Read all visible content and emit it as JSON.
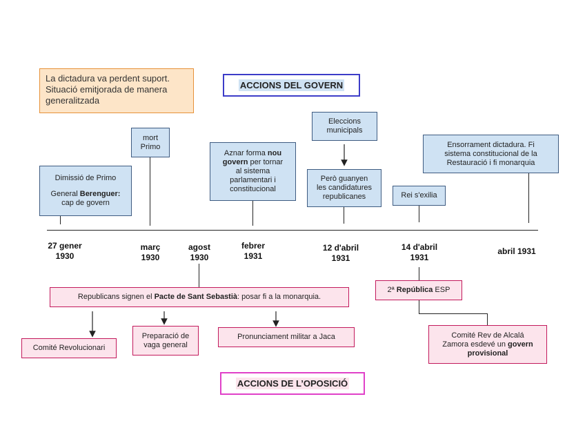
{
  "note": {
    "line1": "La dictadura va perdent suport.",
    "line2": "Situació emitjorada de manera",
    "line3": "generalitzada"
  },
  "titles": {
    "government": "ACCIONS DEL GOVERN",
    "opposition": "ACCIONS DE L’OPOSICIÓ"
  },
  "government_boxes": {
    "dimissio": {
      "line1": "Dimissió de Primo",
      "line2_pre": "General ",
      "line2_bold": "Berenguer:",
      "line3": "cap de govern"
    },
    "mort": {
      "line1": "mort",
      "line2": "Primo"
    },
    "aznar": {
      "line1_pre": "Aznar forma ",
      "line1_bold": "nou",
      "line2_bold": "govern",
      "line2_post": " per tornar",
      "line3": "al sistema",
      "line4": "parlamentari i",
      "line5": "constitucional"
    },
    "eleccions": {
      "line1": "Eleccions",
      "line2": "municipals"
    },
    "guanyen": {
      "line1": "Però guanyen",
      "line2": "les candidatures",
      "line3": "republicanes"
    },
    "rei": {
      "line1": "Rei s'exilia"
    },
    "ensorrament": {
      "line1": "Ensorrament dictadura. Fi",
      "line2": "sistema constitucional de la",
      "line3": "Restauració i fi monarquia"
    }
  },
  "dates": [
    {
      "line1": "27 gener",
      "line2": "1930"
    },
    {
      "line1": "març",
      "line2": "1930"
    },
    {
      "line1": "agost",
      "line2": "1930"
    },
    {
      "line1": "febrer",
      "line2": "1931"
    },
    {
      "line1": "12 d'abril",
      "line2": "1931"
    },
    {
      "line1": "14 d'abril",
      "line2": "1931"
    },
    {
      "line1": "abril 1931",
      "line2": ""
    }
  ],
  "opposition_boxes": {
    "pacte": {
      "pre": "Republicans signen el ",
      "bold": "Pacte de Sant Sebastià",
      "post": ": posar fi a la monarquia."
    },
    "comite_rev": {
      "text": "Comité Revolucionari"
    },
    "vaga": {
      "line1": "Preparació de",
      "line2": "vaga general"
    },
    "jaca": {
      "text": "Pronunciament militar a Jaca"
    },
    "republica": {
      "pre": "2ª ",
      "bold": "República",
      "post": " ESP"
    },
    "comite_alcala": {
      "line1": "Comité Rev de Alcalá",
      "line2_pre": "Zamora esdevé un ",
      "line2_bold": "govern",
      "line3_bold": "provisional"
    }
  }
}
